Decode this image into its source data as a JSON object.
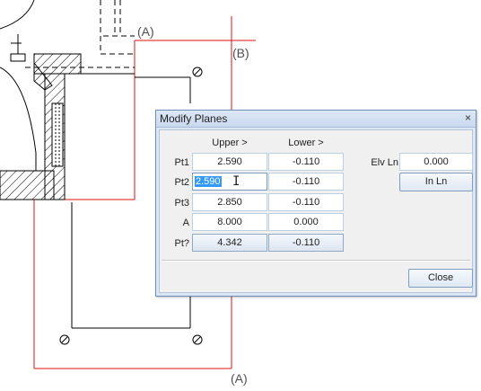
{
  "canvas": {
    "labels": {
      "a_top": "(A)",
      "b": "(B)",
      "a_bottom": "(A)"
    }
  },
  "dialog": {
    "title": "Modify Planes",
    "close_glyph": "×",
    "headers": {
      "upper": "Upper >",
      "lower": "Lower >"
    },
    "rows": [
      {
        "label": "Pt1",
        "upper": "2.590",
        "lower": "-0.110"
      },
      {
        "label": "Pt2",
        "upper": "2.590",
        "lower": "-0.110"
      },
      {
        "label": "Pt3",
        "upper": "2.850",
        "lower": "-0.110"
      },
      {
        "label": "A",
        "upper": "8.000",
        "lower": "0.000"
      },
      {
        "label": "Pt?",
        "upper": "4.342",
        "lower": "-0.110"
      }
    ],
    "elv_ln": {
      "label": "Elv Ln",
      "value": "0.000",
      "button": "In Ln"
    },
    "close_button": "Close"
  },
  "colors": {
    "red_line": "#e01010",
    "drawing_line": "#000000",
    "dialog_frame": "#6f8fb8",
    "selection": "#3399ff"
  }
}
